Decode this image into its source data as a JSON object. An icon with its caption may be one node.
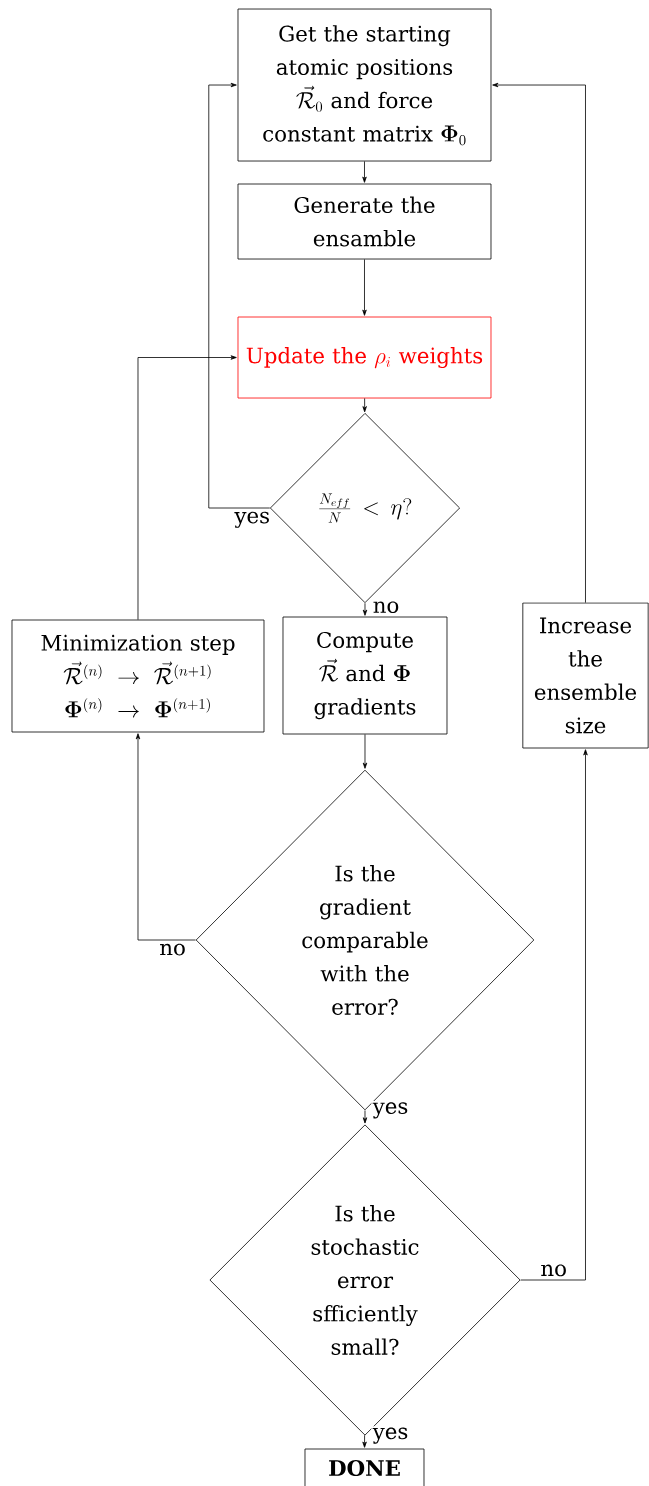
{
  "diagram": {
    "nodes": [
      {
        "text": [
          "Get the starting atomic positions",
          "\\vec{\\mathcal{R}}_0",
          "and force constant matrix",
          "\\mathbf{\\Phi}_0"
        ]
      },
      {
        "text": [
          "Generate the ensamble"
        ]
      },
      {
        "text": [
          "Update the",
          "\\rho_i",
          "weights"
        ]
      },
      {
        "text": [
          "\\frac{N_{eff}}{N} < \\eta?"
        ]
      },
      {
        "text": [
          "Minimization step",
          "\\vec{\\mathcal{R}}^{(n)} \\to \\vec{\\mathcal{R}}^{(n+1)}",
          "\\mathbf{\\Phi}^{(n)} \\to \\mathbf{\\Phi}^{(n+1)}"
        ]
      },
      {
        "text": [
          "Compute",
          "\\vec{\\mathcal{R}}",
          "and",
          "\\mathbf{\\Phi}",
          "gradients"
        ]
      },
      {
        "text": [
          "Increase the ensemble size"
        ]
      },
      {
        "text": [
          "Is the gradient comparable with the error?"
        ]
      },
      {
        "text": [
          "Is the stochastic error sfficiently small?"
        ]
      },
      {
        "text": [
          "DONE"
        ]
      }
    ],
    "edges": [
      {
        "from": 0,
        "to": 1,
        "arrow": "to"
      },
      {
        "from": 1,
        "to": 2,
        "arrow": "to"
      },
      {
        "from": 2,
        "to": 3,
        "arrow": "to"
      },
      {
        "from": 3,
        "to": 0,
        "arrow": "to",
        "label": "yes"
      },
      {
        "from": 3,
        "to": 5,
        "arrow": "to",
        "label": "no"
      },
      {
        "from": 5,
        "to": 7,
        "arrow": "to"
      },
      {
        "from": 7,
        "to": 4,
        "arrow": "to",
        "label": "no"
      },
      {
        "from": 4,
        "to": 2,
        "arrow": "to"
      },
      {
        "from": 7,
        "to": 8,
        "arrow": "to",
        "label": "yes"
      },
      {
        "from": 8,
        "to": 6,
        "arrow": "to",
        "label": "no"
      },
      {
        "from": 6,
        "to": 0,
        "arrow": "to"
      },
      {
        "from": 8,
        "to": 9,
        "arrow": "to",
        "label": "yes"
      }
    ]
  }
}
